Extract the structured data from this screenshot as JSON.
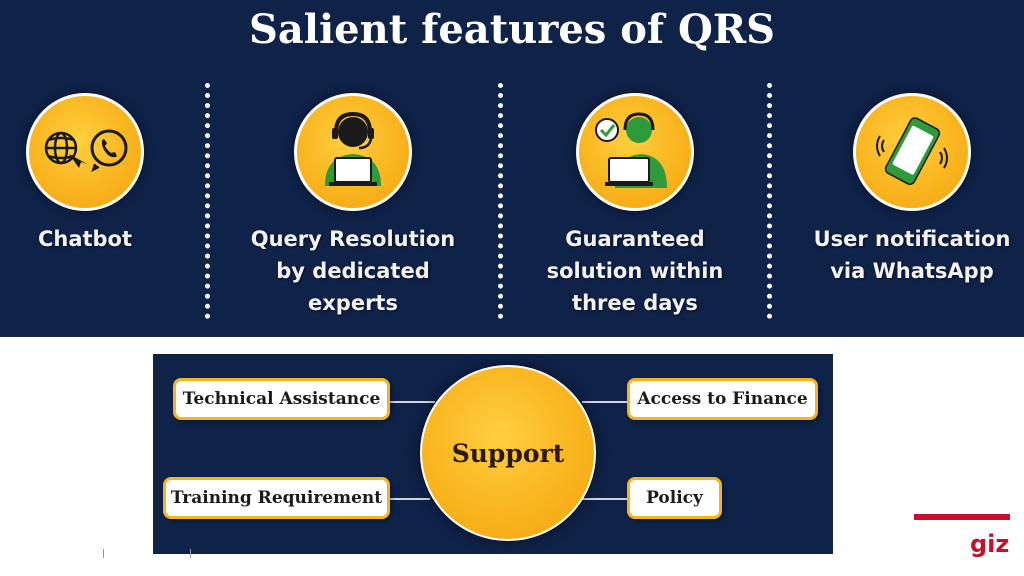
{
  "title": "Salient features of QRS",
  "features": [
    {
      "label_lines": [
        "Chatbot"
      ],
      "icon": "globe-and-whatsapp-icon"
    },
    {
      "label_lines": [
        "Query Resolution",
        "by dedicated",
        "experts"
      ],
      "icon": "headset-agent-laptop-icon"
    },
    {
      "label_lines": [
        "Guaranteed",
        "solution within",
        "three days"
      ],
      "icon": "checkmark-agent-laptop-icon"
    },
    {
      "label_lines": [
        "User notification",
        "via WhatsApp"
      ],
      "icon": "vibrating-phone-icon"
    }
  ],
  "support": {
    "center": "Support",
    "items": {
      "technical_assistance": "Technical Assistance",
      "training_requirement": "Training Requirement",
      "access_to_finance": "Access to Finance",
      "policy": "Policy"
    }
  },
  "logo": "giz",
  "colors": {
    "navy": "#0f2248",
    "accent_yellow": "#f9b51f",
    "giz_red": "#c8102e"
  }
}
